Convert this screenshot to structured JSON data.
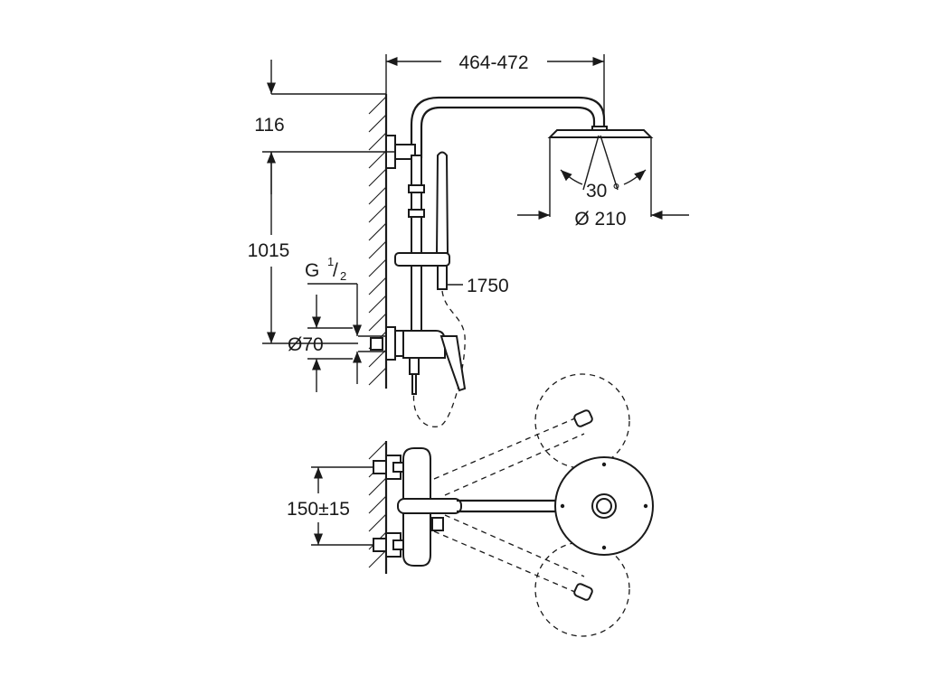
{
  "dimensions": {
    "arm_reach": "464-472",
    "top_offset": "116",
    "rail_height": "1015",
    "connection_thread": "G",
    "connection_thread_fraction_num": "1",
    "connection_thread_fraction_den": "2",
    "escutcheon_diameter": "Ø70",
    "hose_length": "1750",
    "tilt_angle": "30 °",
    "head_diameter": "Ø 210",
    "inlet_spacing": "150±15"
  },
  "colors": {
    "line": "#1a1a1a",
    "background": "#ffffff"
  }
}
